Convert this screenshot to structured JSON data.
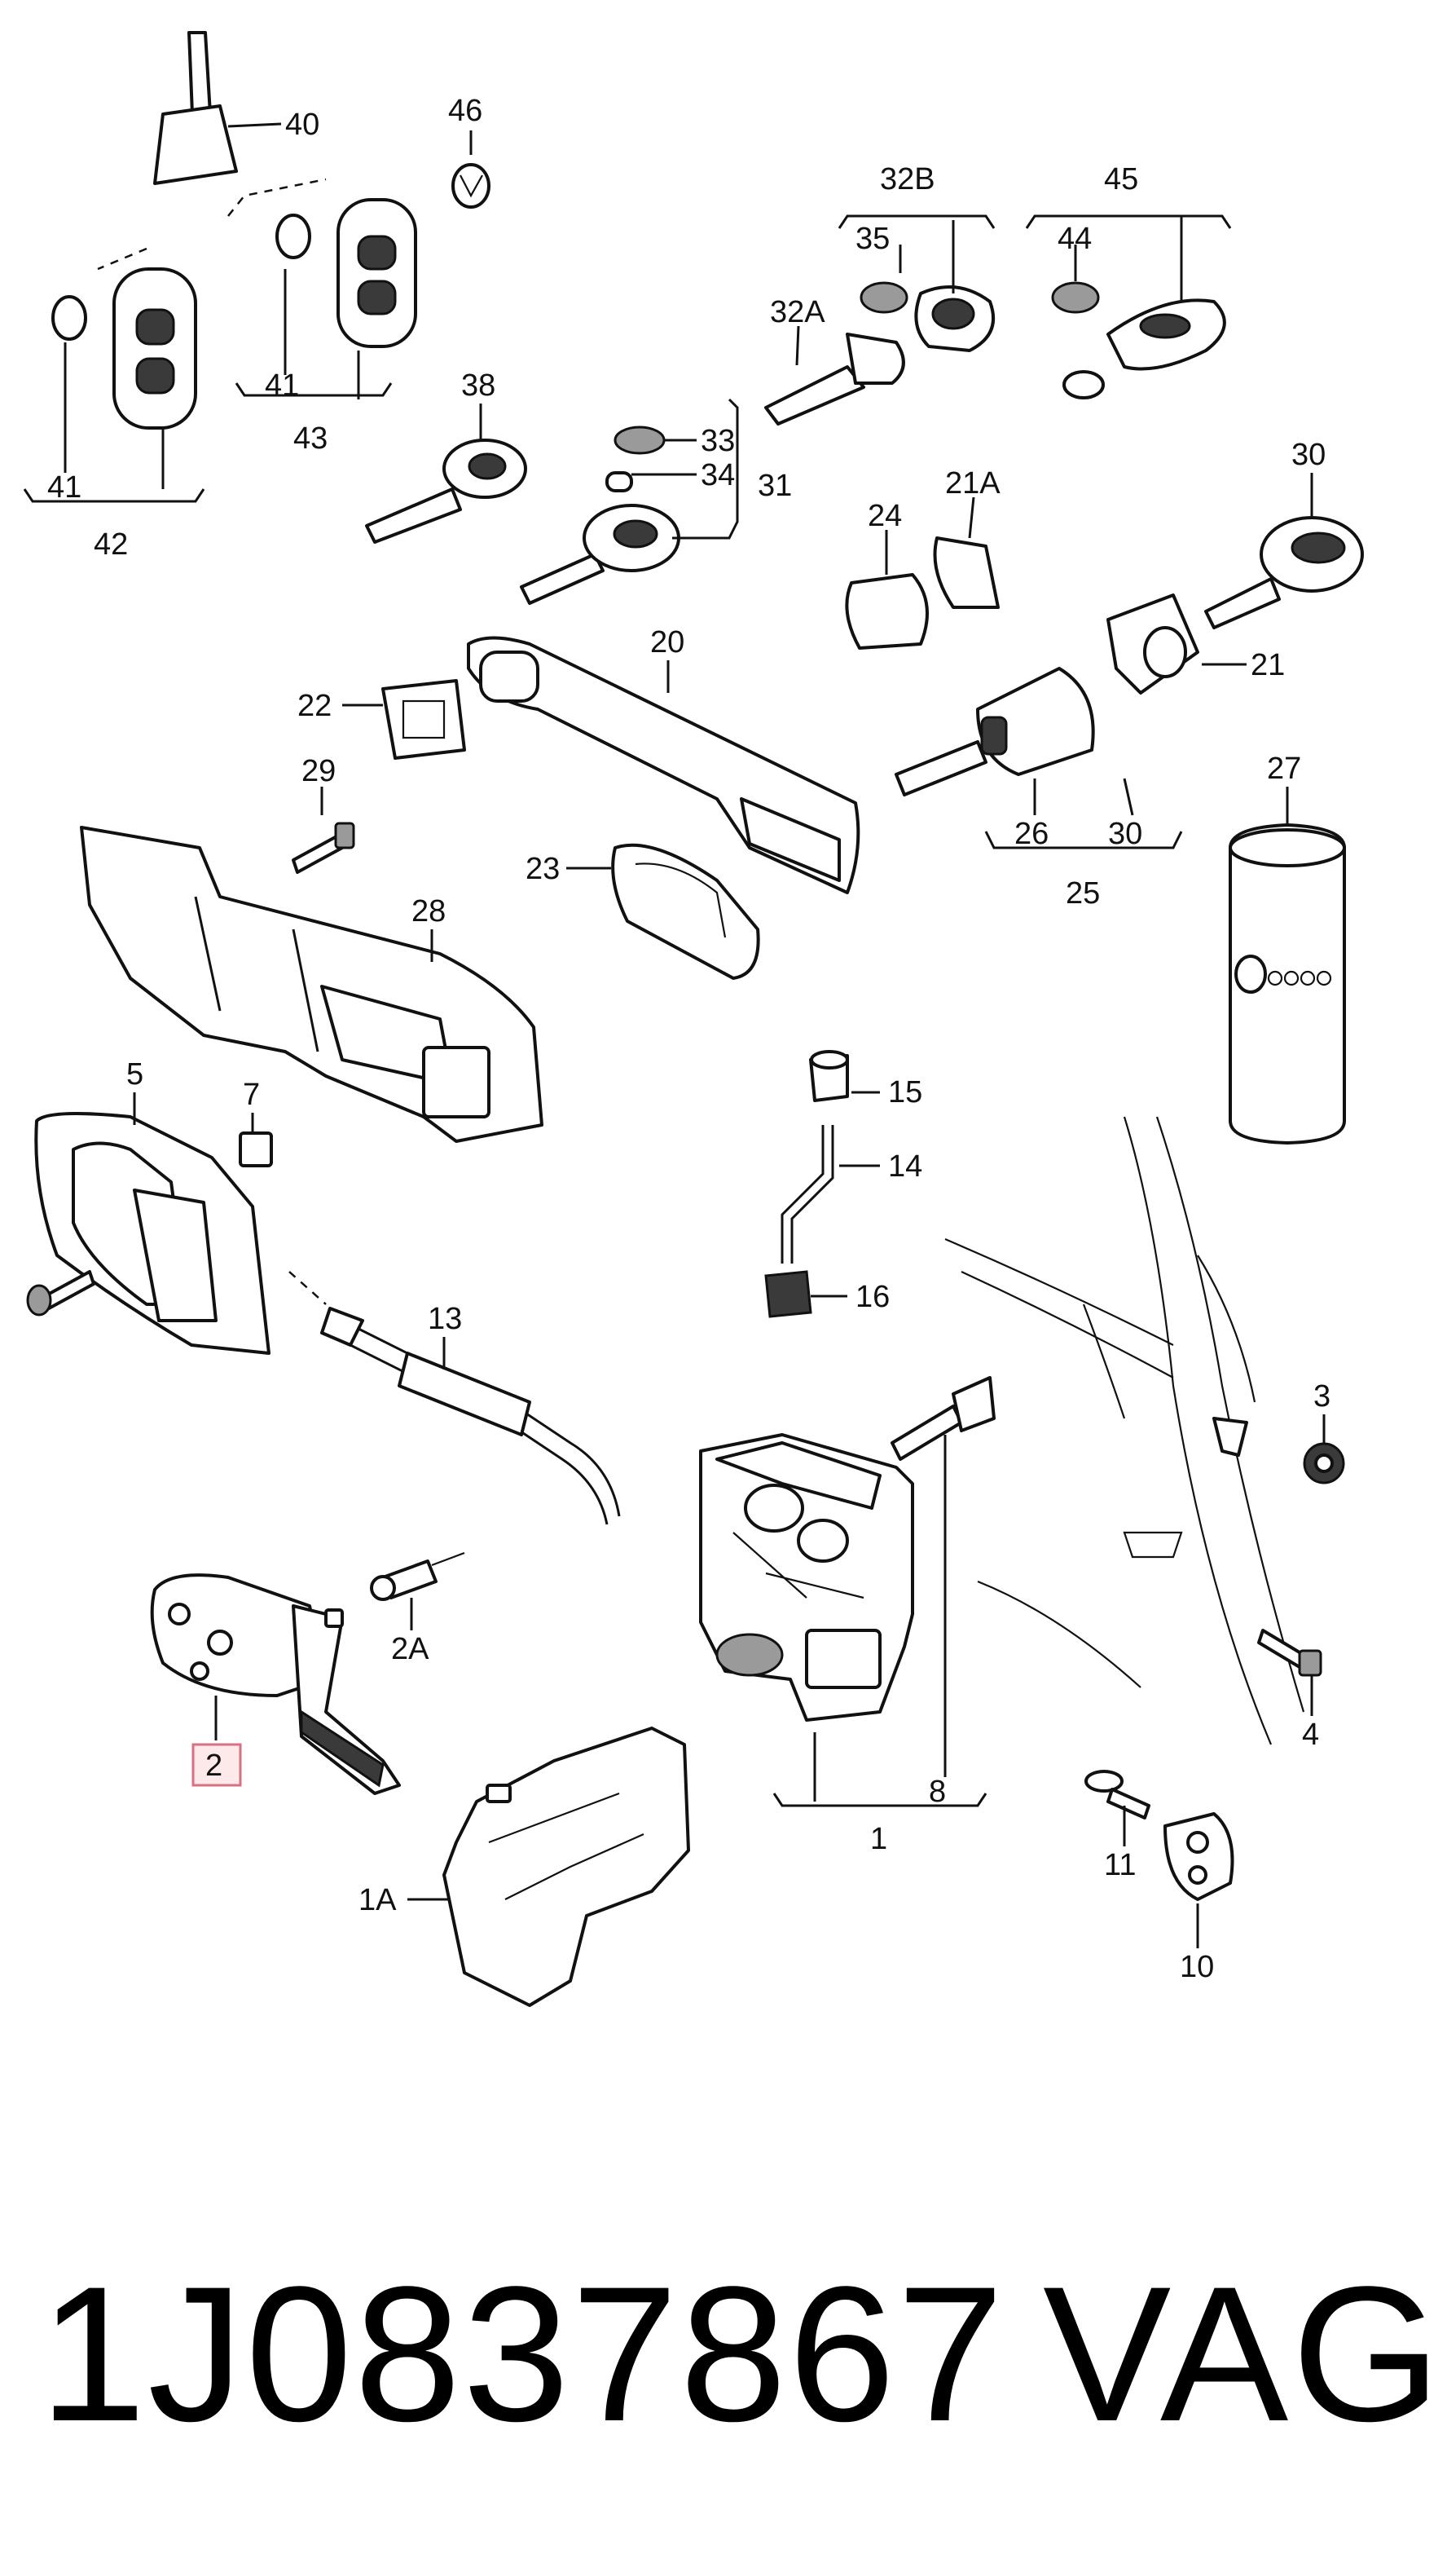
{
  "diagram": {
    "highlighted_part": "2",
    "callouts": [
      "40",
      "46",
      "32B",
      "45",
      "35",
      "44",
      "32A",
      "41",
      "43",
      "41",
      "42",
      "38",
      "33",
      "34",
      "31",
      "24",
      "21A",
      "30",
      "20",
      "21",
      "22",
      "29",
      "23",
      "26",
      "30",
      "25",
      "27",
      "28",
      "5",
      "7",
      "15",
      "14",
      "16",
      "13",
      "3",
      "2A",
      "2",
      "4",
      "8",
      "1",
      "1A",
      "11",
      "10"
    ]
  },
  "footer": {
    "part_number": "1J0837867",
    "brand": "VAG"
  },
  "colors": {
    "line": "#111111",
    "highlight_border": "#d9707f",
    "highlight_fill": "#fde8ea"
  }
}
